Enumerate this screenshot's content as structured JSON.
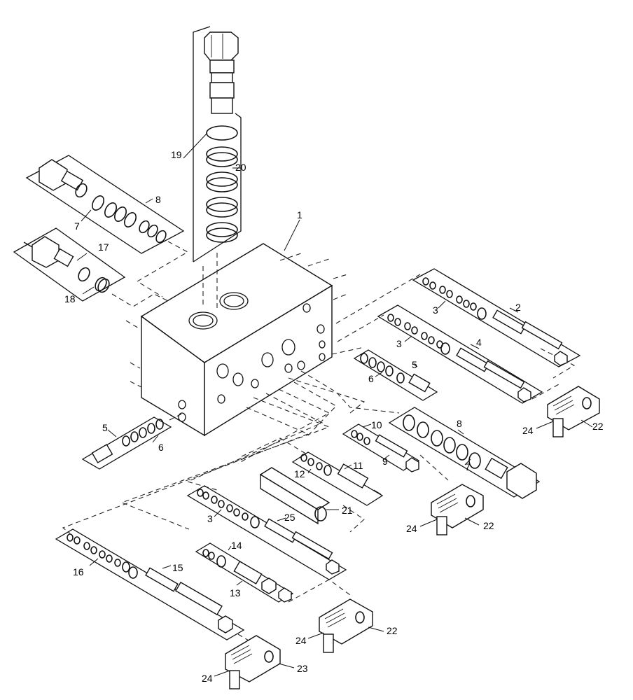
{
  "diagram": {
    "callouts": [
      {
        "id": "c1",
        "text": "1"
      },
      {
        "id": "c2",
        "text": "2"
      },
      {
        "id": "c3a",
        "text": "3"
      },
      {
        "id": "c3b",
        "text": "3"
      },
      {
        "id": "c3c",
        "text": "3"
      },
      {
        "id": "c4",
        "text": "4"
      },
      {
        "id": "c5a",
        "text": "5"
      },
      {
        "id": "c5b",
        "text": "5"
      },
      {
        "id": "c6a",
        "text": "6"
      },
      {
        "id": "c6b",
        "text": "6"
      },
      {
        "id": "c7a",
        "text": "7"
      },
      {
        "id": "c7b",
        "text": "7"
      },
      {
        "id": "c8a",
        "text": "8"
      },
      {
        "id": "c8b",
        "text": "8"
      },
      {
        "id": "c9",
        "text": "9"
      },
      {
        "id": "c10",
        "text": "10"
      },
      {
        "id": "c11",
        "text": "11"
      },
      {
        "id": "c12",
        "text": "12"
      },
      {
        "id": "c13",
        "text": "13"
      },
      {
        "id": "c14",
        "text": "14"
      },
      {
        "id": "c15",
        "text": "15"
      },
      {
        "id": "c16",
        "text": "16"
      },
      {
        "id": "c17",
        "text": "17"
      },
      {
        "id": "c18",
        "text": "18"
      },
      {
        "id": "c19",
        "text": "19"
      },
      {
        "id": "c20",
        "text": "20"
      },
      {
        "id": "c21",
        "text": "21"
      },
      {
        "id": "c22a",
        "text": "22"
      },
      {
        "id": "c22b",
        "text": "22"
      },
      {
        "id": "c22c",
        "text": "22"
      },
      {
        "id": "c23",
        "text": "23"
      },
      {
        "id": "c24a",
        "text": "24"
      },
      {
        "id": "c24b",
        "text": "24"
      },
      {
        "id": "c24c",
        "text": "24"
      },
      {
        "id": "c24d",
        "text": "24"
      },
      {
        "id": "c25",
        "text": "25"
      }
    ]
  }
}
